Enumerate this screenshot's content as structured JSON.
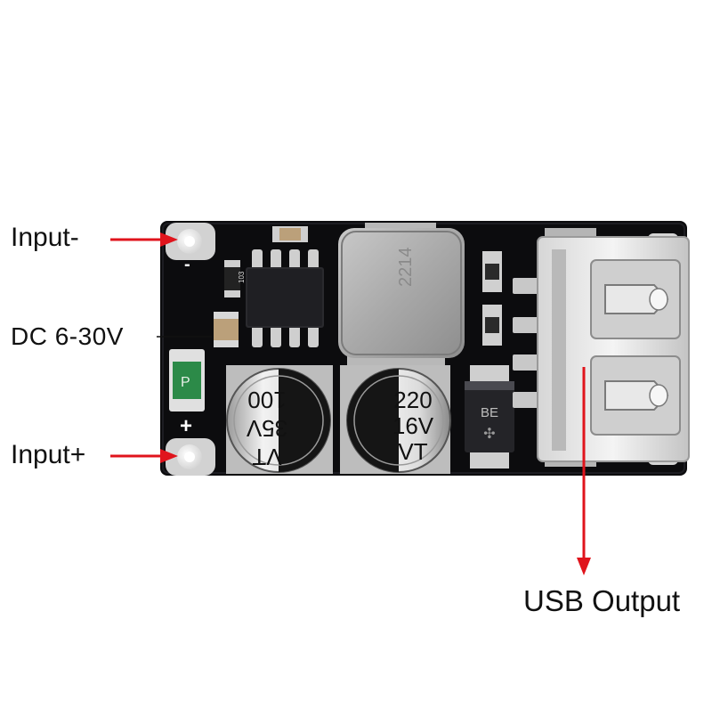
{
  "labels": {
    "input_negative": "Input-",
    "dc_range": "DC  6-30V",
    "input_positive": "Input+",
    "usb_output": "USB Output"
  },
  "board": {
    "silkscreen_minus": "-",
    "silkscreen_plus": "+",
    "fuse_marking": "P",
    "resistor_marking": "103",
    "cap_100_lines": [
      "VT",
      "35V",
      "100"
    ],
    "cap_220_lines": [
      "220",
      "16V",
      "VT"
    ],
    "diode_marking": "BE",
    "inductor_marking": "2214"
  },
  "colors": {
    "pcb": "#0c0c0e",
    "arrow": "#e0141c",
    "fuse": "#2c8a48"
  }
}
